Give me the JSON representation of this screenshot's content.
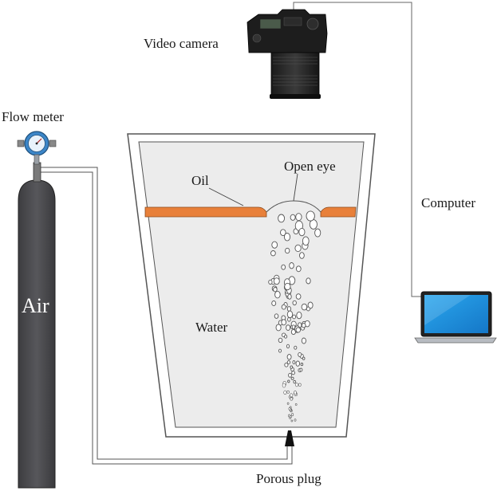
{
  "labels": {
    "video_camera": "Video camera",
    "flow_meter": "Flow meter",
    "air": "Air",
    "oil": "Oil",
    "open_eye": "Open eye",
    "water": "Water",
    "computer": "Computer",
    "porous_plug": "Porous plug"
  },
  "icons": {
    "camera": "dslr-camera-icon",
    "laptop": "laptop-icon",
    "flow_meter": "gauge-icon",
    "cylinder": "gas-cylinder-icon",
    "plug": "porous-plug-icon"
  },
  "colors": {
    "oil_layer": "#e8803a",
    "water": "#ededed",
    "cylinder": "#4a4a4d",
    "screen": "#2e9be6",
    "flow_meter_ring": "#3c86c8"
  }
}
